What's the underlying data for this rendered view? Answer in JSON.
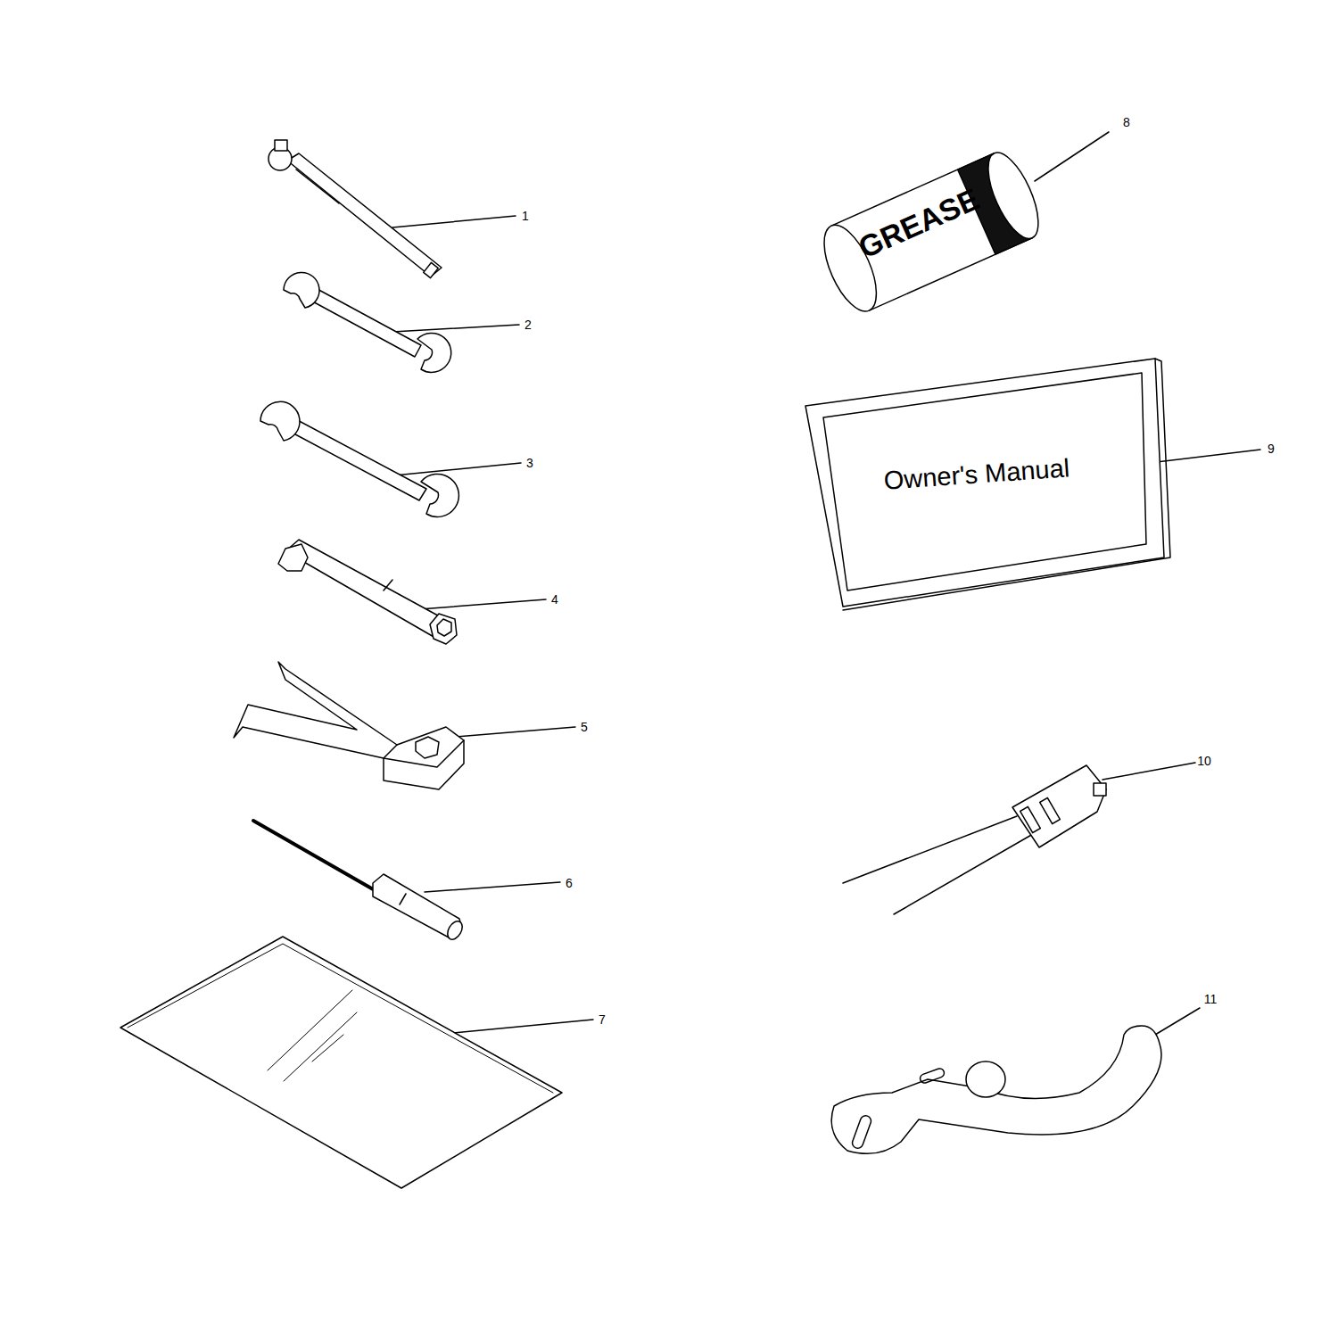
{
  "diagram": {
    "labels": [
      "1",
      "2",
      "3",
      "4",
      "5",
      "6",
      "7",
      "8",
      "GREASE",
      "9",
      "Owner's Manual",
      "10",
      "11"
    ]
  }
}
